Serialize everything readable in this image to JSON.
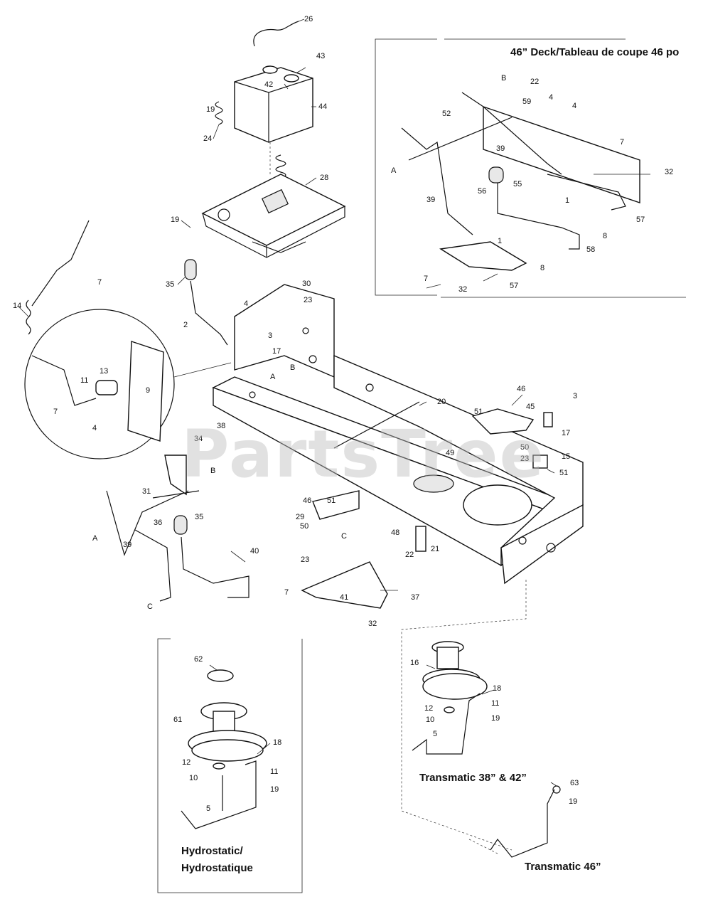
{
  "captions": {
    "deck46": "46” Deck/Tableau de coupe 46 po",
    "transmatic_38_42": "Transmatic 38” & 42”",
    "hydrostatic_line1": "Hydrostatic/",
    "hydrostatic_line2": "Hydrostatique",
    "transmatic_46": "Transmatic 46”"
  },
  "watermark": "PartsTree",
  "callouts": [
    {
      "id": "c26a",
      "label": "26"
    },
    {
      "id": "c43",
      "label": "43"
    },
    {
      "id": "c42",
      "label": "42"
    },
    {
      "id": "c44",
      "label": "44"
    },
    {
      "id": "c19a",
      "label": "19"
    },
    {
      "id": "c24",
      "label": "24"
    },
    {
      "id": "c28",
      "label": "28"
    },
    {
      "id": "c19b",
      "label": "19"
    },
    {
      "id": "c7a",
      "label": "7"
    },
    {
      "id": "c14",
      "label": "14"
    },
    {
      "id": "c35a",
      "label": "35"
    },
    {
      "id": "c30",
      "label": "30"
    },
    {
      "id": "c4a",
      "label": "4"
    },
    {
      "id": "c23a",
      "label": "23"
    },
    {
      "id": "c2",
      "label": "2"
    },
    {
      "id": "c3a",
      "label": "3"
    },
    {
      "id": "c17a",
      "label": "17"
    },
    {
      "id": "cAa",
      "label": "A"
    },
    {
      "id": "cBa",
      "label": "B"
    },
    {
      "id": "c11a",
      "label": "11"
    },
    {
      "id": "c13",
      "label": "13"
    },
    {
      "id": "c9",
      "label": "9"
    },
    {
      "id": "c7b",
      "label": "7"
    },
    {
      "id": "c4b",
      "label": "4"
    },
    {
      "id": "c34",
      "label": "34"
    },
    {
      "id": "c38",
      "label": "38"
    },
    {
      "id": "c20",
      "label": "20"
    },
    {
      "id": "c46a",
      "label": "46"
    },
    {
      "id": "c3b",
      "label": "3"
    },
    {
      "id": "c51a",
      "label": "51"
    },
    {
      "id": "c45",
      "label": "45"
    },
    {
      "id": "c17b",
      "label": "17"
    },
    {
      "id": "c49",
      "label": "49"
    },
    {
      "id": "c50a",
      "label": "50"
    },
    {
      "id": "c23b",
      "label": "23"
    },
    {
      "id": "c15",
      "label": "15"
    },
    {
      "id": "c51b",
      "label": "51"
    },
    {
      "id": "cBb",
      "label": "B"
    },
    {
      "id": "c31",
      "label": "31"
    },
    {
      "id": "c36",
      "label": "36"
    },
    {
      "id": "c35b",
      "label": "35"
    },
    {
      "id": "cAb",
      "label": "A"
    },
    {
      "id": "c39a",
      "label": "39"
    },
    {
      "id": "c40",
      "label": "40"
    },
    {
      "id": "cCa",
      "label": "C"
    },
    {
      "id": "c46b",
      "label": "46"
    },
    {
      "id": "c51c",
      "label": "51"
    },
    {
      "id": "c29",
      "label": "29"
    },
    {
      "id": "c48",
      "label": "48"
    },
    {
      "id": "c50b",
      "label": "50"
    },
    {
      "id": "c22a",
      "label": "22"
    },
    {
      "id": "c21",
      "label": "21"
    },
    {
      "id": "c23c",
      "label": "23"
    },
    {
      "id": "cCb",
      "label": "C"
    },
    {
      "id": "c7c",
      "label": "7"
    },
    {
      "id": "c41",
      "label": "41"
    },
    {
      "id": "c37",
      "label": "37"
    },
    {
      "id": "c32a",
      "label": "32"
    },
    {
      "id": "cBc",
      "label": "B"
    },
    {
      "id": "c22b",
      "label": "22"
    },
    {
      "id": "c59",
      "label": "59"
    },
    {
      "id": "c4c",
      "label": "4"
    },
    {
      "id": "c4d",
      "label": "4"
    },
    {
      "id": "c52",
      "label": "52"
    },
    {
      "id": "c39b",
      "label": "39"
    },
    {
      "id": "c7d",
      "label": "7"
    },
    {
      "id": "cAc",
      "label": "A"
    },
    {
      "id": "c32b",
      "label": "32"
    },
    {
      "id": "c56",
      "label": "56"
    },
    {
      "id": "c55",
      "label": "55"
    },
    {
      "id": "c39c",
      "label": "39"
    },
    {
      "id": "c1a",
      "label": "1"
    },
    {
      "id": "c57a",
      "label": "57"
    },
    {
      "id": "c8a",
      "label": "8"
    },
    {
      "id": "c1b",
      "label": "1"
    },
    {
      "id": "c58",
      "label": "58"
    },
    {
      "id": "c7e",
      "label": "7"
    },
    {
      "id": "c8b",
      "label": "8"
    },
    {
      "id": "c32c",
      "label": "32"
    },
    {
      "id": "c57b",
      "label": "57"
    },
    {
      "id": "c62",
      "label": "62"
    },
    {
      "id": "c61",
      "label": "61"
    },
    {
      "id": "c18a",
      "label": "18"
    },
    {
      "id": "c12a",
      "label": "12"
    },
    {
      "id": "c11b",
      "label": "11"
    },
    {
      "id": "c10a",
      "label": "10"
    },
    {
      "id": "c19c",
      "label": "19"
    },
    {
      "id": "c5a",
      "label": "5"
    },
    {
      "id": "c16",
      "label": "16"
    },
    {
      "id": "c18b",
      "label": "18"
    },
    {
      "id": "c12b",
      "label": "12"
    },
    {
      "id": "c11c",
      "label": "11"
    },
    {
      "id": "c10b",
      "label": "10"
    },
    {
      "id": "c19d",
      "label": "19"
    },
    {
      "id": "c5b",
      "label": "5"
    },
    {
      "id": "c63",
      "label": "63"
    },
    {
      "id": "c19e",
      "label": "19"
    }
  ]
}
